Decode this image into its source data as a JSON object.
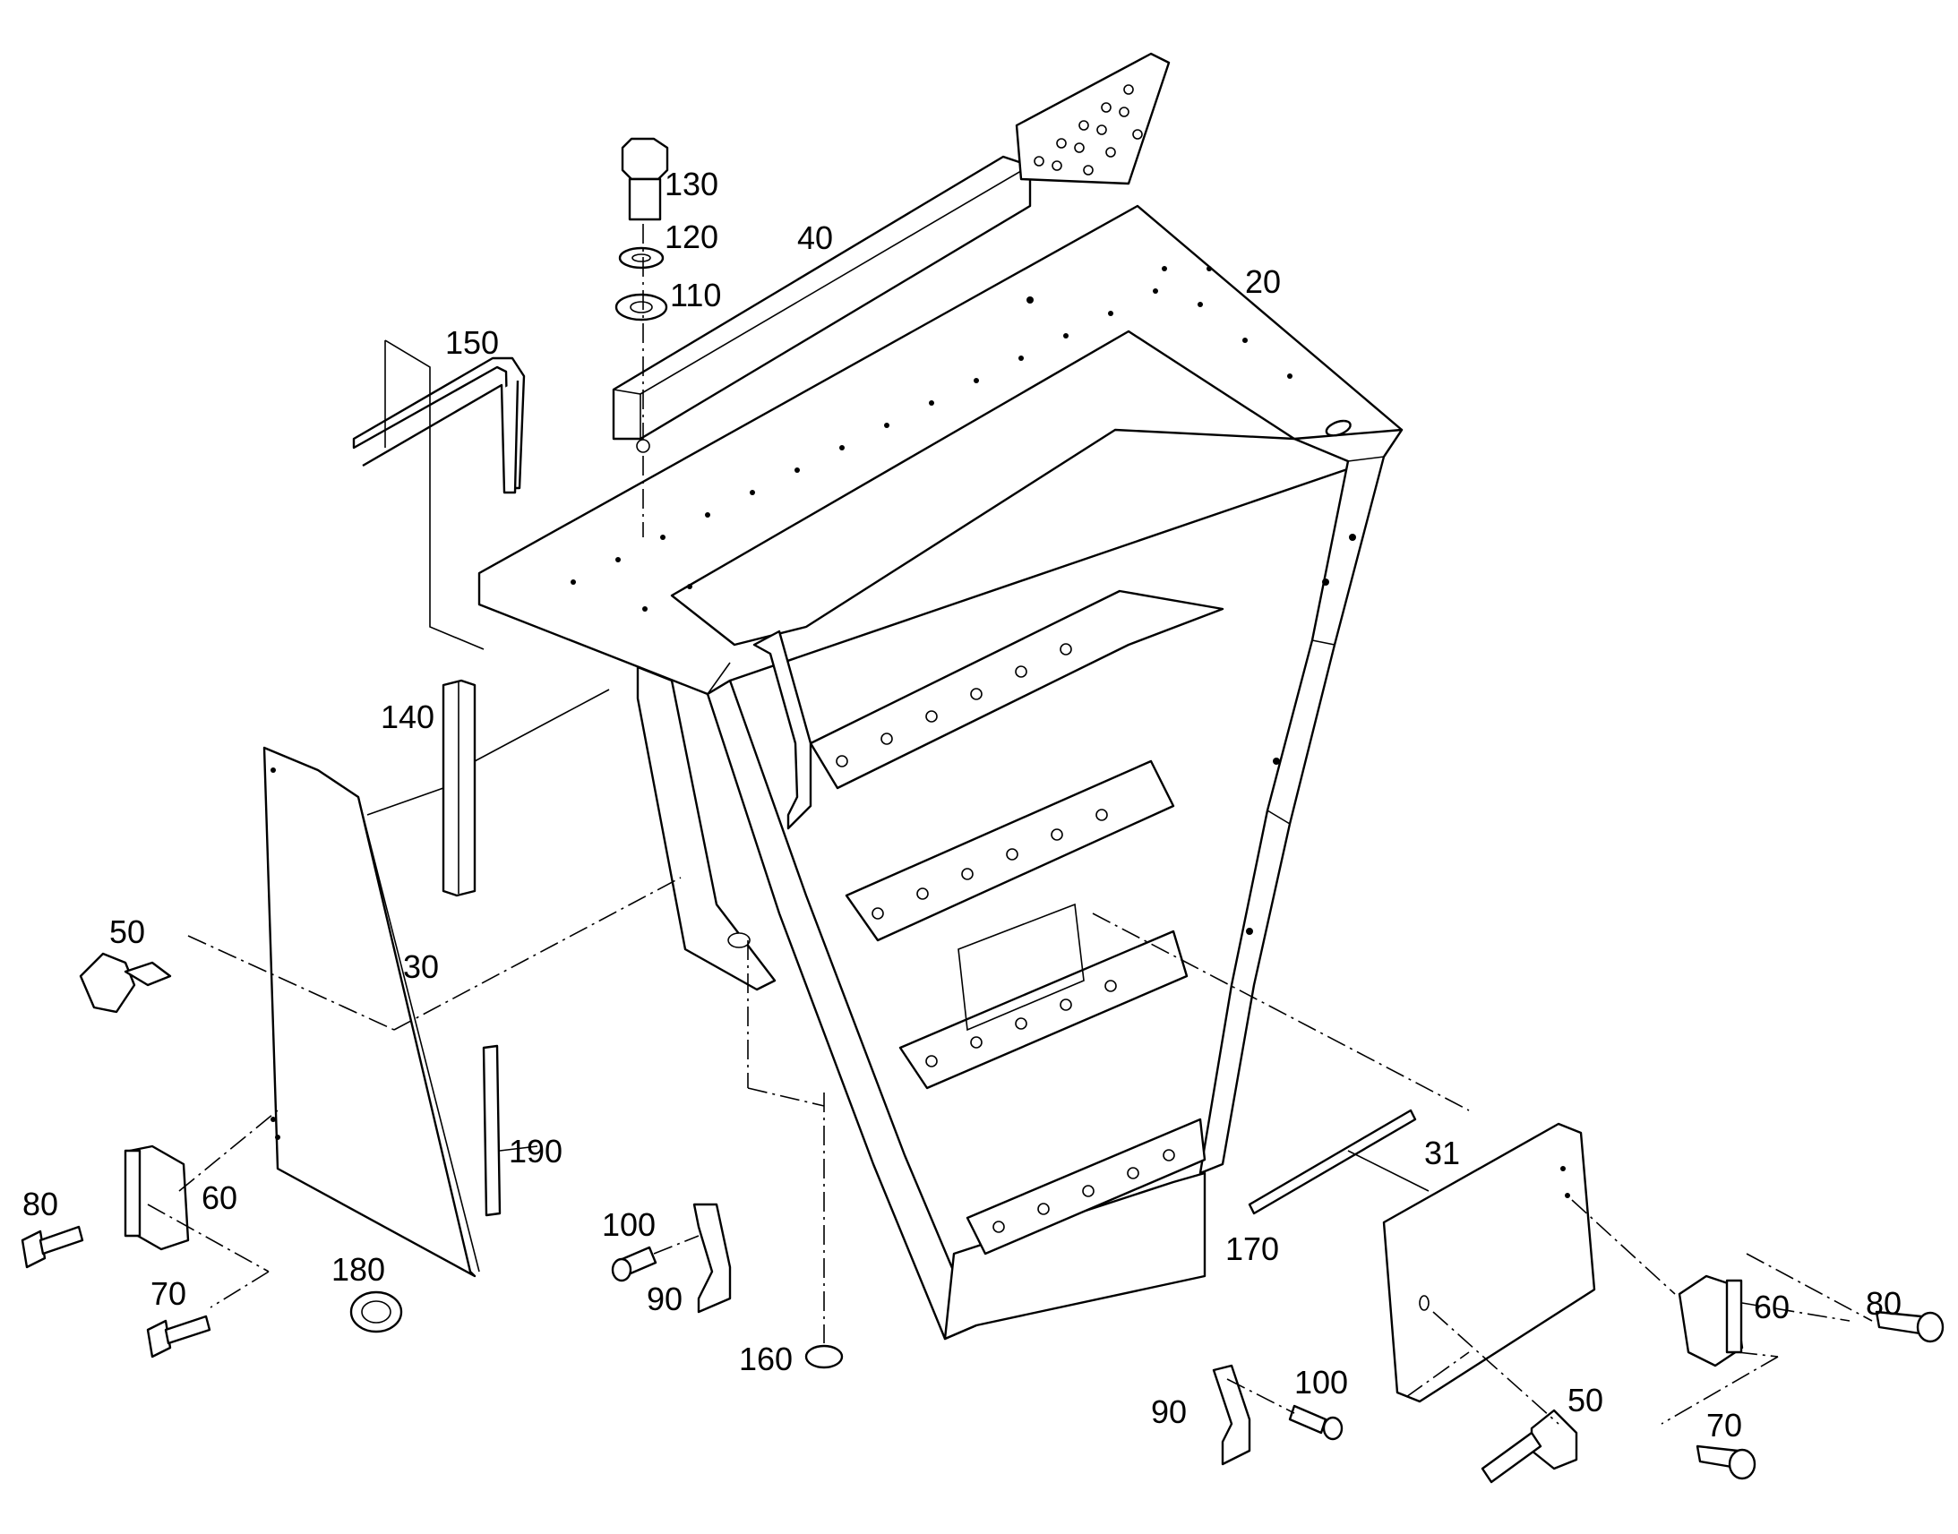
{
  "callouts": {
    "c20": "20",
    "c30": "30",
    "c31": "31",
    "c40": "40",
    "c50a": "50",
    "c50b": "50",
    "c60a": "60",
    "c60b": "60",
    "c70a": "70",
    "c70b": "70",
    "c80a": "80",
    "c80b": "80",
    "c90a": "90",
    "c90b": "90",
    "c100a": "100",
    "c100b": "100",
    "c110": "110",
    "c120": "120",
    "c130": "130",
    "c140": "140",
    "c150": "150",
    "c160": "160",
    "c170": "170",
    "c180": "180",
    "c190": "190"
  }
}
